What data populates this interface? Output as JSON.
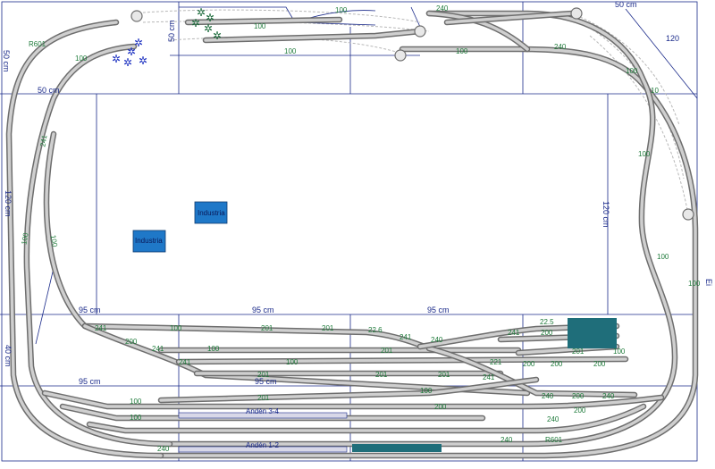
{
  "board": {
    "dimension_labels": {
      "top_left": "50 cm",
      "top_mid": "50 cm",
      "top_right": "50 cm",
      "left_upper": "50 cm",
      "left_mid": "120 cm",
      "right_mid": "120 cm",
      "mid_left": "95 cm",
      "mid_center": "95 cm",
      "mid_right": "95 cm",
      "low_left": "95 cm",
      "low_center": "95 cm",
      "left_low": "40 cm",
      "top_right_120": "120"
    },
    "buildings": [
      {
        "label": "Industria"
      },
      {
        "label": "Industria"
      }
    ],
    "platforms": [
      {
        "label": "Andén 3-4"
      },
      {
        "label": "Andén 1-2"
      }
    ],
    "side_text": "Ei",
    "track_labels": {
      "t_100_a": "100",
      "t_100_b": "100",
      "t_100_c": "100",
      "t_100_d": "100",
      "t_100_e": "100",
      "t_100_f": "100",
      "t_100_g": "100",
      "t_100_h": "100",
      "t_100_i": "100",
      "t_100_j": "100",
      "t_100_k": "100",
      "t_100_l": "100",
      "t_100_m": "100",
      "t_100_n": "100",
      "t_100_o": "100",
      "t_100_p": "100",
      "t_201_a": "201",
      "t_201_b": "201",
      "t_201_c": "201",
      "t_201_d": "201",
      "t_201_e": "201",
      "t_201_f": "201",
      "t_201_g": "201",
      "t_201_h": "201",
      "t_200_a": "200",
      "t_200_b": "200",
      "t_200_c": "200",
      "t_200_d": "200",
      "t_200_e": "200",
      "t_200_f": "200",
      "t_200_g": "200",
      "t_200_h": "200",
      "t_241_a": "241",
      "t_241_b": "241",
      "t_241_c": "241",
      "t_241_d": "241",
      "t_241_e": "241",
      "t_241_f": "241",
      "t_241_g": "241",
      "t_240_a": "240",
      "t_240_b": "240",
      "t_240_c": "240",
      "t_240_d": "240",
      "t_240_e": "240",
      "t_240_f": "240",
      "t_240_g": "240",
      "t_240_h": "240",
      "t_226": "22.6",
      "t_225": "22.5",
      "t_221": "221",
      "t_r601_a": "R601",
      "t_r601_b": "R601",
      "t_10": "10",
      "t_100_q": "100",
      "t_100_r": "100"
    }
  }
}
